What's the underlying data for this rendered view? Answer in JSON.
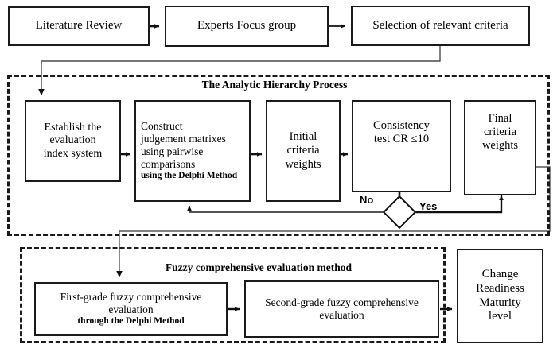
{
  "diagram": {
    "title": "Change Readiness Maturity evaluation methodology flowchart",
    "colors": {
      "stroke": "#1a1a1a",
      "thin_stroke": "#3c3c3c",
      "background": "#ffffff",
      "text": "#000000"
    }
  },
  "top_row": {
    "boxes": [
      {
        "id": "literature-review",
        "label": "Literature Review"
      },
      {
        "id": "experts-focus-group",
        "label": "Experts Focus group"
      },
      {
        "id": "selection-of-criteria",
        "label": "Selection of relevant criteria"
      }
    ]
  },
  "ahp_section": {
    "title": "The Analytic Hierarchy Process",
    "boxes": [
      {
        "id": "establish-evaluation-index-system",
        "lines": [
          "Establish the",
          "evaluation",
          "index system"
        ],
        "bold_lines": []
      },
      {
        "id": "construct-judgement-matrixes",
        "lines": [
          "Construct",
          "judgement matrixes",
          "using pairwise",
          "comparisons"
        ],
        "bold_lines": [
          "using the Delphi Method"
        ]
      },
      {
        "id": "initial-criteria-weights",
        "lines": [
          "Initial",
          "criteria",
          "weights"
        ],
        "bold_lines": []
      },
      {
        "id": "consistency-test",
        "lines": [
          "Consistency",
          "test CR ≤10"
        ],
        "bold_lines": []
      },
      {
        "id": "final-criteria-weights",
        "lines": [
          "Final",
          "criteria",
          "weights"
        ],
        "bold_lines": []
      }
    ],
    "decision": {
      "id": "consistency-decision",
      "label_no": "No",
      "label_yes": "Yes"
    }
  },
  "fuzzy_section": {
    "title": "Fuzzy comprehensive evaluation method",
    "boxes": [
      {
        "id": "first-grade-fuzzy-evaluation",
        "lines": [
          "First-grade fuzzy comprehensive",
          "evaluation"
        ],
        "bold_lines": [
          "through the Delphi Method"
        ]
      },
      {
        "id": "second-grade-fuzzy-evaluation",
        "lines": [
          "Second-grade fuzzy comprehensive",
          "evaluation"
        ],
        "bold_lines": []
      }
    ]
  },
  "outcome": {
    "id": "change-readiness-maturity-level",
    "lines": [
      "Change",
      "Readiness",
      "Maturity",
      "level"
    ]
  }
}
